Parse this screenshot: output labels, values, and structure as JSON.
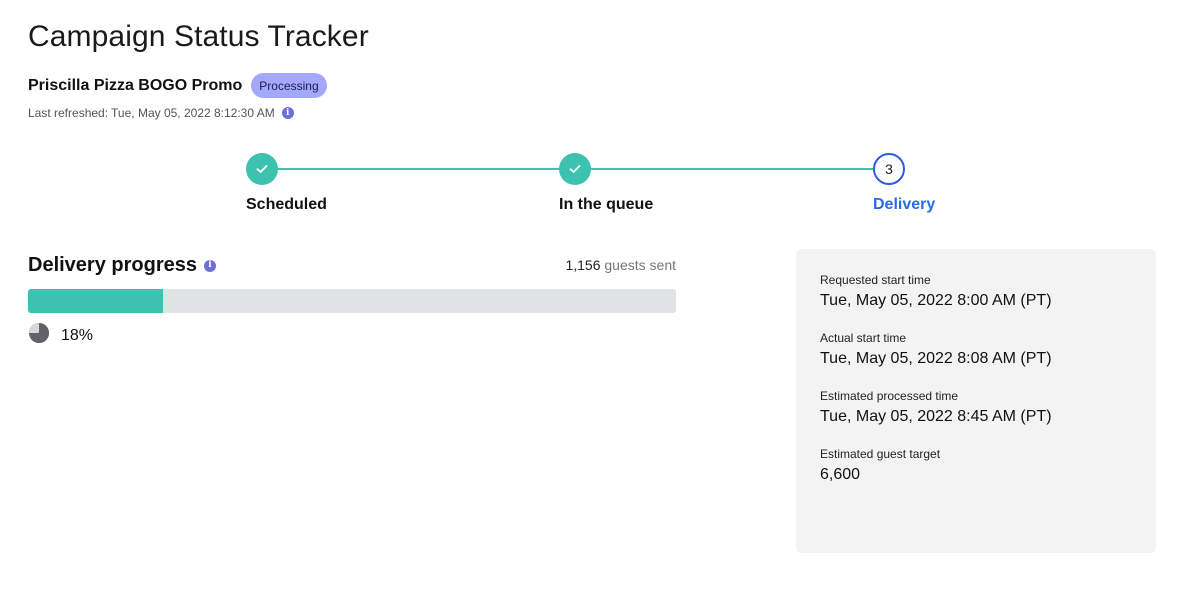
{
  "page": {
    "title": "Campaign Status Tracker"
  },
  "campaign": {
    "name": "Priscilla Pizza BOGO Promo",
    "status": "Processing",
    "last_refreshed_label": "Last refreshed:",
    "last_refreshed_value": "Tue, May 05, 2022 8:12:30 AM"
  },
  "steps": [
    {
      "label": "Scheduled",
      "state": "done",
      "icon": "check-icon"
    },
    {
      "label": "In the queue",
      "state": "done",
      "icon": "check-icon"
    },
    {
      "label": "Delivery",
      "state": "current",
      "number": "3"
    }
  ],
  "delivery": {
    "title": "Delivery progress",
    "guests_sent_count": "1,156",
    "guests_sent_label": "guests sent",
    "progress_percent": 18,
    "percent_label": "18%"
  },
  "details": [
    {
      "label": "Requested start time",
      "value": "Tue, May 05, 2022 8:00 AM (PT)"
    },
    {
      "label": "Actual start time",
      "value": "Tue, May 05, 2022 8:08 AM (PT)"
    },
    {
      "label": "Estimated processed time",
      "value": "Tue, May 05, 2022 8:45 AM (PT)"
    },
    {
      "label": "Estimated guest target",
      "value": "6,600"
    }
  ],
  "colors": {
    "accent": "#3cc2ae",
    "current_step": "#2a6be5",
    "badge_bg": "#a3a8fb",
    "info_icon": "#6b6fd6"
  }
}
